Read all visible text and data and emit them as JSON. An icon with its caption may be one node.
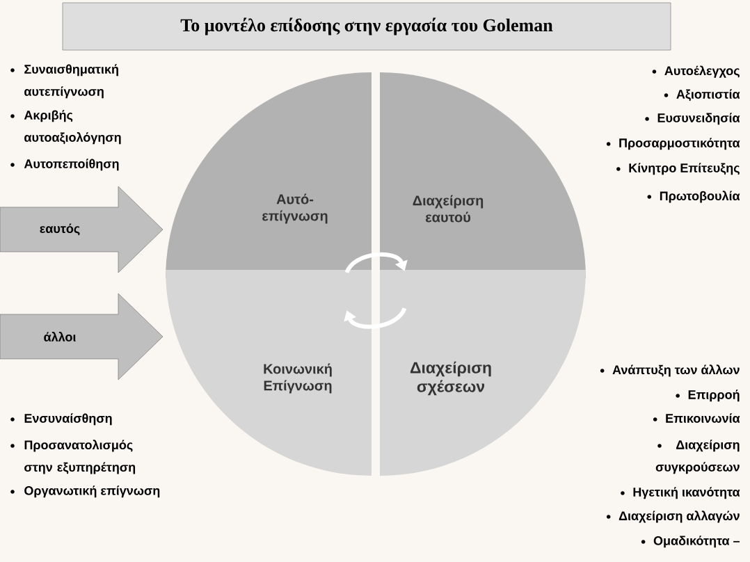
{
  "diagram": {
    "title": "Το μοντέλο επίδοσης στην εργασία  του Goleman",
    "nodes": [
      {
        "text": [
          "εαυτός"
        ]
      },
      {
        "text": [
          "Αυτό-επίγνωση"
        ]
      },
      {
        "text": [
          "Διαχείριση εαυτού"
        ]
      },
      {
        "text": [
          "άλλοι"
        ]
      },
      {
        "text": [
          "Κοινωνική Επίγνωση"
        ]
      },
      {
        "text": [
          "Διαχείριση σχέσεων"
        ]
      }
    ],
    "edges": [
      {
        "from": 1,
        "to": 2,
        "arrow": "to"
      },
      {
        "from": 5,
        "to": 4,
        "arrow": "to"
      }
    ],
    "labels": [
      "Συναισθηματική αυτεπίγνωση",
      "Ακριβής αυτοαξιολόγηση",
      "Αυτοπεποίθηση",
      "Αυτοέλεγχος",
      "Αξιοπιστία",
      "Ευσυνειδησία",
      "Προσαρμοστικότητα",
      "Κίνητρο Επίτευξης",
      "Πρωτοβουλία",
      "Ενσυναίσθηση",
      "Προσανατολισμός στην εξυπηρέτηση",
      "Οργανωτική επίγνωση",
      "Ανάπτυξη των άλλων",
      "Επιρροή",
      "Επικοινωνία",
      "Διαχείριση συγκρούσεων",
      "Ηγετική ικανότητα",
      "Διαχείριση αλλαγών",
      "Ομαδικότητα –"
    ]
  }
}
